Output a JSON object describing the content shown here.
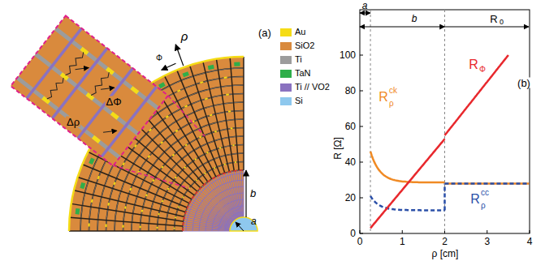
{
  "diagram": {
    "labels": [
      "(a)",
      "ρ",
      "Φ",
      "Δρ",
      "ΔΦ",
      "b",
      "a",
      "a",
      "b",
      "R",
      "0",
      "100",
      "80",
      "60",
      "40",
      "20",
      "0",
      "0",
      "1",
      "2",
      "3",
      "4",
      "R [Ω]",
      "ρ [cm]",
      "R",
      "Φ",
      "R",
      "ck",
      "ρ",
      "R",
      "cc",
      "ρ",
      "(b)"
    ],
    "legend": [
      {
        "text": "Au",
        "color": "#f5dc16"
      },
      {
        "text": "SiO2",
        "color": "#d98a3d"
      },
      {
        "text": "Ti",
        "color": "#9c9c9c"
      },
      {
        "text": "TaN",
        "color": "#2fae4a"
      },
      {
        "text": "Ti // VO2",
        "color": "#8a72c0"
      },
      {
        "text": "Si",
        "color": "#8ec8ee"
      }
    ]
  }
}
